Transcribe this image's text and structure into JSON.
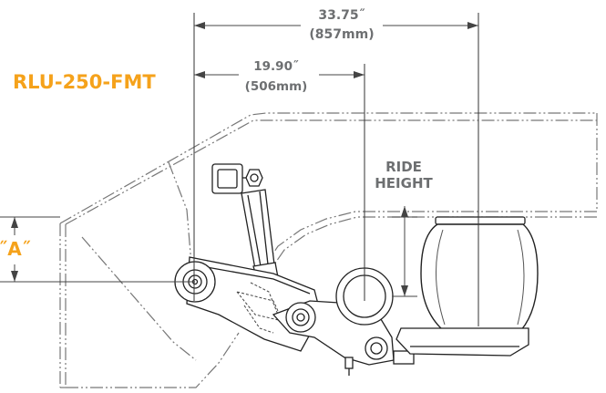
{
  "model": "RLU-250-FMT",
  "dimensions": {
    "overall": {
      "inches": "33.75˝",
      "mm": "(857mm)"
    },
    "axle": {
      "inches": "19.90˝",
      "mm": "(506mm)"
    }
  },
  "ride_height": {
    "line1": "RIDE",
    "line2": "HEIGHT"
  },
  "a_label": "˝A˝",
  "colors": {
    "accent": "#f5a21b",
    "dim_text": "#6d6f71",
    "line": "#222222"
  }
}
